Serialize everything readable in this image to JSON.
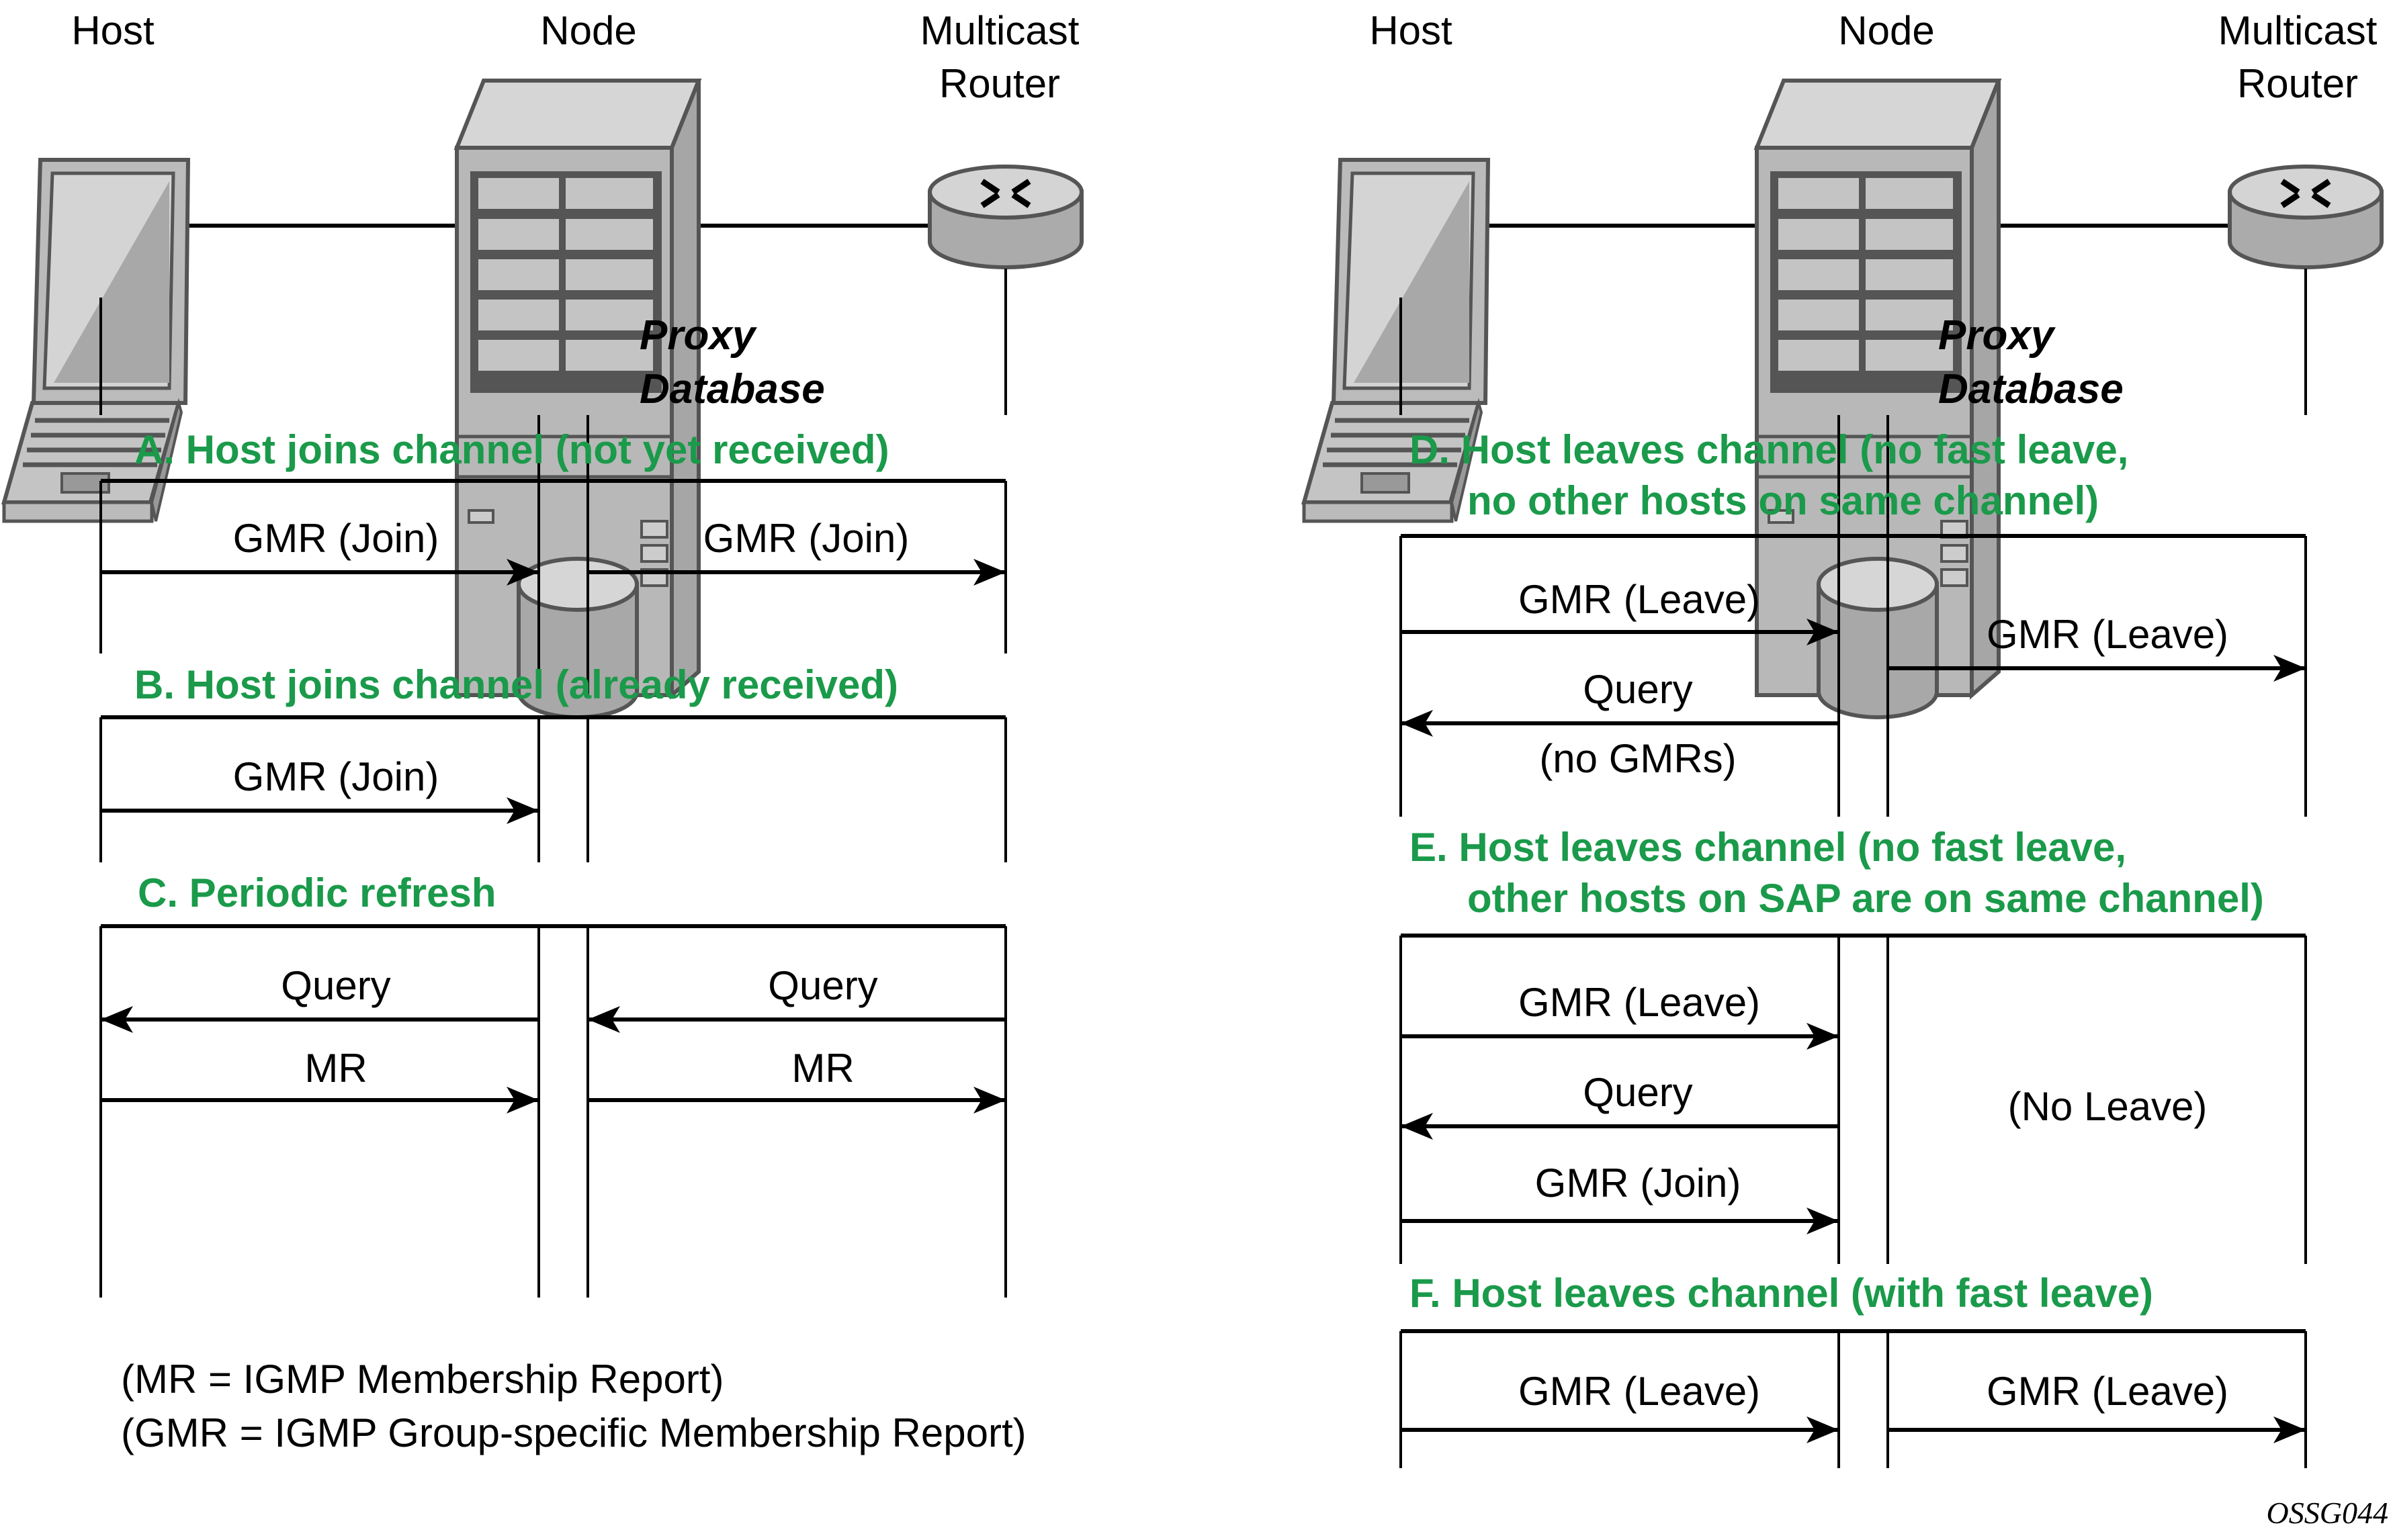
{
  "figure_id": "OSSG044",
  "colors": {
    "title_green": "#1a9a4a",
    "line": "#000000",
    "device_fill": "#bdbdbd",
    "device_dark": "#555555"
  },
  "participants": {
    "host": "Host",
    "node": "Node",
    "router_line1": "Multicast",
    "router_line2": "Router",
    "db_line1": "Proxy",
    "db_line2": "Database"
  },
  "icons": {
    "host": "laptop-icon",
    "node": "server-chassis-icon",
    "db": "database-cylinder-icon",
    "router": "router-icon"
  },
  "scenarios": {
    "A": {
      "title": "A. Host joins channel (not yet received)",
      "msgs": [
        "GMR (Join)",
        "GMR (Join)"
      ]
    },
    "B": {
      "title": "B. Host joins channel (already received)",
      "msgs": [
        "GMR (Join)"
      ]
    },
    "C": {
      "title": "C. Periodic refresh",
      "msgs": [
        "Query",
        "Query",
        "MR",
        "MR"
      ]
    },
    "D": {
      "title_line1": "D. Host leaves channel (no fast leave,",
      "title_line2": "no other hosts on same channel)",
      "msgs": [
        "GMR (Leave)",
        "GMR (Leave)",
        "Query",
        "(no GMRs)"
      ]
    },
    "E": {
      "title_line1": "E. Host leaves channel (no fast leave,",
      "title_line2": "other hosts on SAP are on same channel)",
      "msgs": [
        "GMR (Leave)",
        "Query",
        "GMR (Join)",
        "(No Leave)"
      ]
    },
    "F": {
      "title": "F. Host leaves channel (with fast leave)",
      "msgs": [
        "GMR (Leave)",
        "GMR (Leave)"
      ]
    }
  },
  "legend": {
    "mr": "(MR = IGMP Membership Report)",
    "gmr": "(GMR = IGMP Group-specific Membership Report)"
  }
}
